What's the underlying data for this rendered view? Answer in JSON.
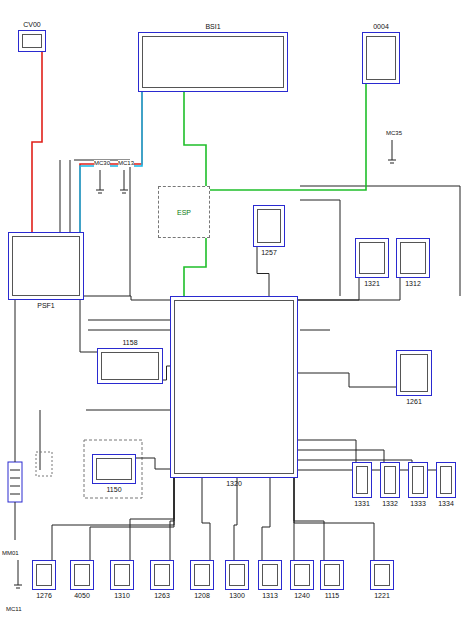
{
  "diagram": {
    "nodes": [
      {
        "text": [
          "CV00"
        ]
      },
      {
        "text": [
          "BSI1"
        ]
      },
      {
        "text": [
          "0004"
        ]
      },
      {
        "text": [
          "PSF1"
        ]
      },
      {
        "text": [
          "ESP"
        ]
      },
      {
        "text": [
          "1257"
        ]
      },
      {
        "text": [
          "1321"
        ]
      },
      {
        "text": [
          "1312"
        ]
      },
      {
        "text": [
          "1320"
        ]
      },
      {
        "text": [
          "1261"
        ]
      },
      {
        "text": [
          "1158"
        ]
      },
      {
        "text": [
          "1150"
        ]
      },
      {
        "text": [
          "1331"
        ]
      },
      {
        "text": [
          "1332"
        ]
      },
      {
        "text": [
          "1333"
        ]
      },
      {
        "text": [
          "1334"
        ]
      },
      {
        "text": [
          "1276"
        ]
      },
      {
        "text": [
          "4050"
        ]
      },
      {
        "text": [
          "1310"
        ]
      },
      {
        "text": [
          "1263"
        ]
      },
      {
        "text": [
          "1208"
        ]
      },
      {
        "text": [
          "1300"
        ]
      },
      {
        "text": [
          "1313"
        ]
      },
      {
        "text": [
          "1240"
        ]
      },
      {
        "text": [
          "1115"
        ]
      },
      {
        "text": [
          "1221"
        ]
      }
    ],
    "edges": [
      {
        "from": 0,
        "to": 3,
        "arrow": "none"
      },
      {
        "from": 1,
        "to": 3,
        "arrow": "none"
      },
      {
        "from": 1,
        "to": 3,
        "arrow": "none"
      },
      {
        "from": 1,
        "to": 4,
        "arrow": "none"
      },
      {
        "from": 2,
        "to": 4,
        "arrow": "none"
      },
      {
        "from": 4,
        "to": 8,
        "arrow": "none"
      },
      {
        "from": 5,
        "to": 8,
        "arrow": "none"
      },
      {
        "from": 6,
        "to": 8,
        "arrow": "none"
      },
      {
        "from": 7,
        "to": 8,
        "arrow": "none"
      },
      {
        "from": 9,
        "to": 8,
        "arrow": "none"
      },
      {
        "from": 3,
        "to": 8,
        "arrow": "none"
      },
      {
        "from": 3,
        "to": 10,
        "arrow": "none"
      },
      {
        "from": 10,
        "to": 8,
        "arrow": "none"
      },
      {
        "from": 11,
        "to": 8,
        "arrow": "none"
      },
      {
        "from": 12,
        "to": 8,
        "arrow": "none"
      },
      {
        "from": 13,
        "to": 8,
        "arrow": "none"
      },
      {
        "from": 14,
        "to": 8,
        "arrow": "none"
      },
      {
        "from": 15,
        "to": 8,
        "arrow": "none"
      },
      {
        "from": 16,
        "to": 8,
        "arrow": "none"
      },
      {
        "from": 17,
        "to": 8,
        "arrow": "none"
      },
      {
        "from": 18,
        "to": 8,
        "arrow": "none"
      },
      {
        "from": 19,
        "to": 8,
        "arrow": "none"
      },
      {
        "from": 20,
        "to": 8,
        "arrow": "none"
      },
      {
        "from": 21,
        "to": 8,
        "arrow": "none"
      },
      {
        "from": 22,
        "to": 8,
        "arrow": "none"
      },
      {
        "from": 23,
        "to": 8,
        "arrow": "none"
      },
      {
        "from": 24,
        "to": 8,
        "arrow": "none"
      },
      {
        "from": 25,
        "to": 8,
        "arrow": "none"
      }
    ],
    "labels": [
      "MC30",
      "MC13",
      "MC35",
      "MC11",
      "MM01"
    ]
  }
}
